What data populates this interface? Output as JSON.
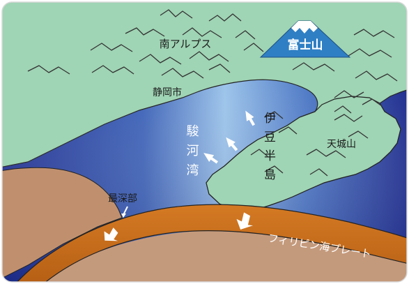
{
  "labels": {
    "minami_alps": "南アルプス",
    "mount_fuji": "富士山",
    "shizuoka_city": "静岡市",
    "suruga_bay": "駿河湾",
    "izu_peninsula": "伊豆半島",
    "amagi_san": "天城山",
    "deepest_point": "最深部",
    "philippine_sea_plate": "フィリピン海プレート"
  },
  "colors": {
    "land": "#9fd4b4",
    "sea_deep": "#1d2a8c",
    "sea_light": "#9fc6ea",
    "plate_orange": "#c96d1c",
    "crust_brown": "#c0906e",
    "fuji_blue": "#2f7fc4",
    "outline": "#222222"
  },
  "icons": [
    "arrow-icon",
    "mountain-ridge-icon",
    "mount-fuji-icon"
  ]
}
